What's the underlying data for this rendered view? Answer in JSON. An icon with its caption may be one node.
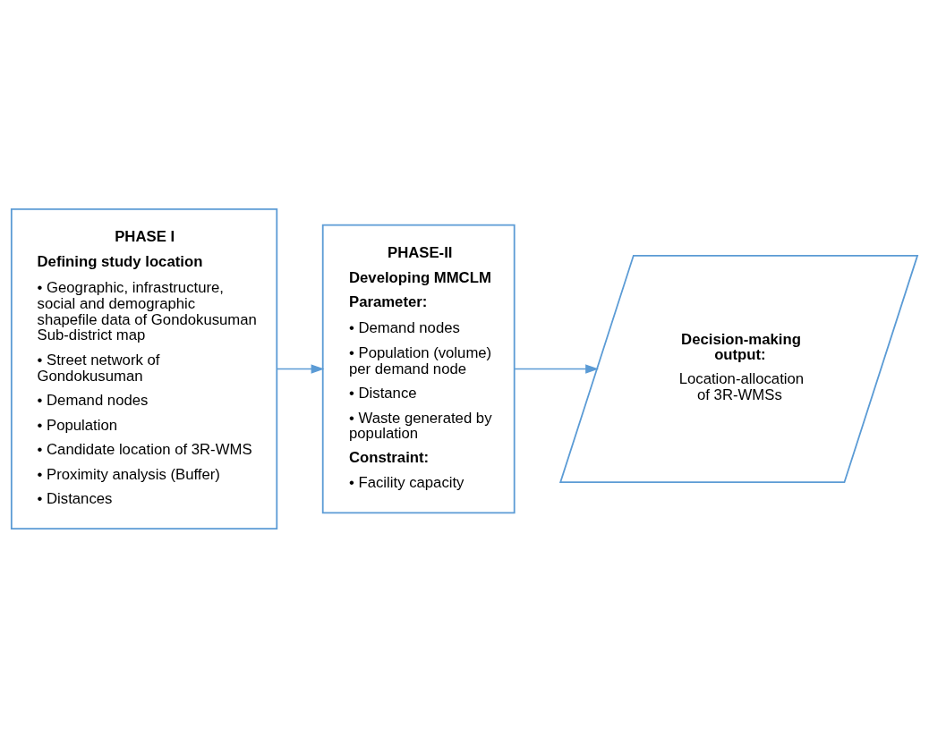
{
  "diagram": {
    "nodes": [
      {
        "text": [
          "PHASE I",
          "Defining study location",
          "• Geographic, infrastructure, social and demographic shapefile data of Gondokusuman Sub-district map",
          "• Street network of Gondokusuman",
          "• Demand nodes",
          "• Population",
          "• Candidate location of 3R-WMS",
          "• Proximity analysis (Buffer)",
          "• Distances"
        ]
      },
      {
        "text": [
          "PHASE-II",
          "Developing MMCLM",
          "Parameter:",
          "• Demand nodes",
          "• Population (volume) per demand node",
          "• Distance",
          "• Waste generated by population",
          "Constraint:",
          "• Facility capacity"
        ]
      },
      {
        "text": [
          "Decision-making output:",
          "Location-allocation of 3R-WMSs"
        ]
      }
    ],
    "edges": [
      {
        "from": 0,
        "to": 1,
        "arrow": "to"
      },
      {
        "from": 1,
        "to": 2,
        "arrow": "to"
      }
    ]
  }
}
